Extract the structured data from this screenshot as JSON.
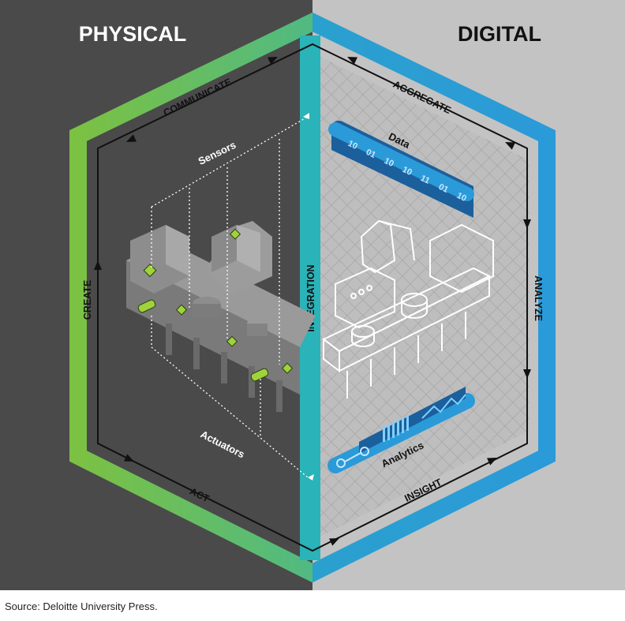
{
  "title_left": "PHYSICAL",
  "title_right": "DIGITAL",
  "cycle": {
    "communicate": "COMMUNICATE",
    "aggregate": "AGGREGATE",
    "analyze": "ANALYZE",
    "insight": "INSIGHT",
    "act": "ACT",
    "create": "CREATE",
    "integration": "INTEGRATION"
  },
  "labels": {
    "sensors": "Sensors",
    "actuators": "Actuators",
    "data": "Data",
    "analytics": "Analytics"
  },
  "data_bits": [
    "10",
    "01",
    "10",
    "10",
    "11",
    "01",
    "10"
  ],
  "source": "Source: Deloitte University Press.",
  "colors": {
    "physical_bg": "#4a4a4a",
    "digital_bg": "#c3c3c3",
    "green": "#7bc143",
    "teal": "#2ab3b8",
    "blue": "#2b9ad8",
    "sensor_green": "#9ed33a"
  }
}
